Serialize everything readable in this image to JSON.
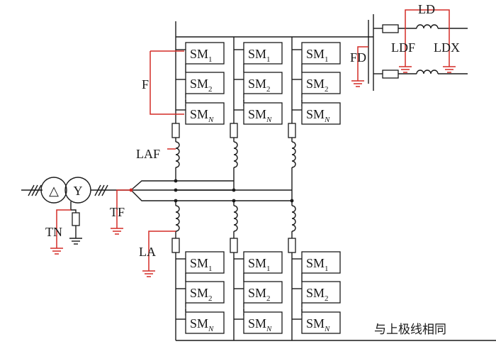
{
  "submodules": {
    "sm1_main": "SM",
    "sm1_sub": "1",
    "sm2_main": "SM",
    "sm2_sub": "2",
    "smn_main": "SM",
    "smn_sub": "N"
  },
  "transformer": {
    "primary": "△",
    "secondary": "Y"
  },
  "fault_labels": {
    "F": "F",
    "LAF": "LAF",
    "TF": "TF",
    "TN": "TN",
    "LA": "LA",
    "FD": "FD",
    "LD": "LD",
    "LDF": "LDF",
    "LDX": "LDX"
  },
  "note": "与上极线相同",
  "colors": {
    "line": "#1a1a1a",
    "fault_marker": "#d42b26"
  }
}
